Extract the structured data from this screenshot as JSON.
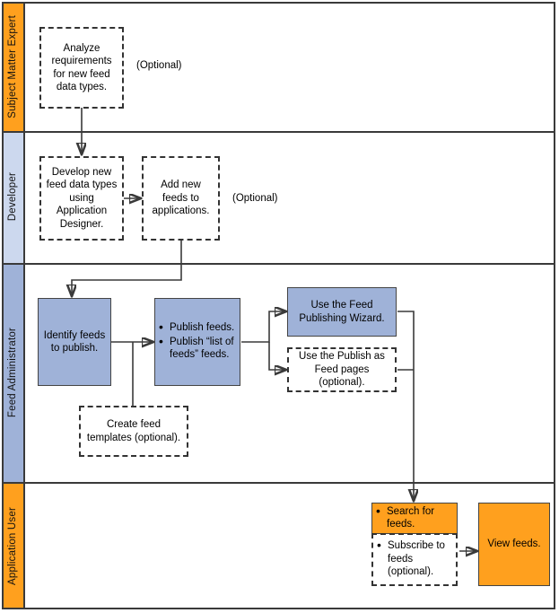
{
  "diagram": {
    "title": "Feed publishing process swimlane diagram",
    "colors": {
      "lane_header_orange": "#ffa01e",
      "lane_header_blue_light": "#ccd8ee",
      "lane_header_blue": "#9fb2d8",
      "node_blue": "#9fb2d8",
      "node_orange": "#ffa01e",
      "line": "#3a3a3a"
    }
  },
  "lanes": [
    {
      "id": "subject-matter-expert",
      "label": "Subject Matter Expert",
      "header_color": "#ffa01e"
    },
    {
      "id": "developer",
      "label": "Developer",
      "header_color": "#ccd8ee"
    },
    {
      "id": "feed-administrator",
      "label": "Feed Administrator",
      "header_color": "#9fb2d8"
    },
    {
      "id": "application-user",
      "label": "Application User",
      "header_color": "#ffa01e"
    }
  ],
  "nodes": {
    "analyze_requirements": {
      "name": "analyze-requirements",
      "text": "Analyze requirements for new feed data types.",
      "style": "dashed",
      "fill": "none",
      "lane": "subject-matter-expert"
    },
    "develop_feed_data_types": {
      "name": "develop-feed-data-types",
      "text": "Develop new feed data types using Application Designer.",
      "style": "dashed",
      "fill": "none",
      "lane": "developer"
    },
    "add_new_feeds": {
      "name": "add-new-feeds-to-applications",
      "text": "Add new feeds to applications.",
      "style": "dashed",
      "fill": "none",
      "lane": "developer"
    },
    "identify_feeds": {
      "name": "identify-feeds-to-publish",
      "text": "Identify feeds to publish.",
      "style": "solid",
      "fill": "blue",
      "lane": "feed-administrator"
    },
    "publish_feeds": {
      "name": "publish-feeds",
      "bullets": [
        "Publish feeds.",
        "Publish “list of feeds” feeds."
      ],
      "style": "solid",
      "fill": "blue",
      "lane": "feed-administrator"
    },
    "feed_publishing_wizard": {
      "name": "use-feed-publishing-wizard",
      "text": "Use the Feed Publishing Wizard.",
      "style": "solid",
      "fill": "blue",
      "lane": "feed-administrator"
    },
    "publish_as_feed_pages": {
      "name": "use-publish-as-feed-pages",
      "text": "Use the Publish as Feed pages (optional).",
      "style": "dashed",
      "fill": "none",
      "lane": "feed-administrator"
    },
    "create_feed_templates": {
      "name": "create-feed-templates",
      "text": "Create feed templates (optional).",
      "style": "dashed",
      "fill": "none",
      "lane": "feed-administrator"
    },
    "search_for_feeds": {
      "name": "search-for-feeds",
      "bullets": [
        "Search for feeds."
      ],
      "style": "solid",
      "fill": "orange",
      "lane": "application-user"
    },
    "subscribe_to_feeds": {
      "name": "subscribe-to-feeds",
      "bullets": [
        "Subscribe to feeds (optional)."
      ],
      "style": "dashed",
      "fill": "none",
      "lane": "application-user"
    },
    "view_feeds": {
      "name": "view-feeds",
      "text": "View feeds.",
      "style": "solid",
      "fill": "orange",
      "lane": "application-user"
    }
  },
  "annotations": {
    "optional_lane1": "(Optional)",
    "optional_lane2": "(Optional)"
  }
}
